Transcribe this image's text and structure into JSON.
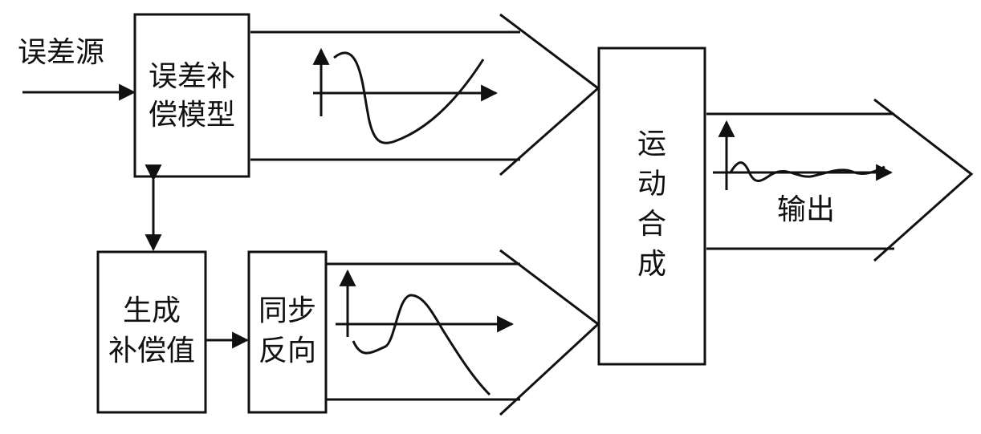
{
  "diagram": {
    "source_label": "误差源",
    "model_box": [
      "误差补",
      "偿模型"
    ],
    "generate_box": [
      "生成",
      "补偿值"
    ],
    "sync_box": [
      "同步",
      "反向"
    ],
    "synthesis_box": [
      "运",
      "动",
      "合",
      "成"
    ],
    "output_label": "输出"
  },
  "colors": {
    "stroke": "#111111",
    "background": "#ffffff"
  }
}
